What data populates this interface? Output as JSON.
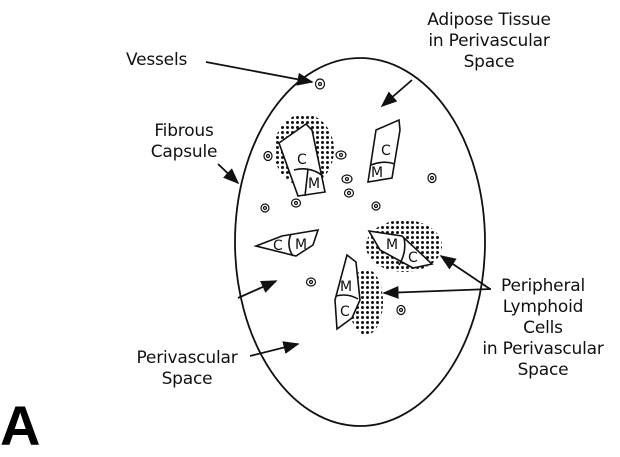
{
  "labels": {
    "vessels": "Vessels",
    "adipose": [
      "Adipose Tissue",
      "in Perivascular",
      "Space"
    ],
    "fibrous": [
      "Fibrous",
      "Capsule"
    ],
    "peripheral": [
      "Peripheral",
      "Lymphoid",
      "Cells",
      "in Perivascular",
      "Space"
    ],
    "perivascular": [
      "Perivascular",
      "Space"
    ]
  },
  "panel_letter": "A",
  "cell_letters": {
    "cortex": "C",
    "medulla": "M"
  },
  "colors": {
    "ink": "#111111",
    "fill": "#ffffff"
  }
}
